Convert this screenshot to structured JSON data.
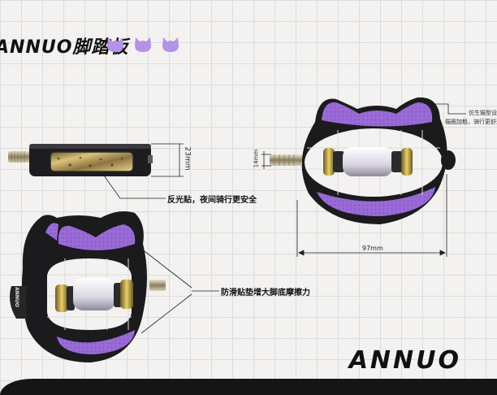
{
  "page": {
    "title": "ANNUO脚踏板",
    "logo": "ANNUO",
    "brand_color": "#111111",
    "accent_color": "#9a6bd6"
  },
  "icons": [
    "cat-head-icon",
    "cat-head-icon",
    "cat-head-icon"
  ],
  "callouts": {
    "reflective": "反光贴，夜间骑行更安全",
    "antislip": "防滑贴垫增大脚底摩擦力",
    "bionic_line1": "仿生猫型设计",
    "bionic_line2": "猫圈加粗，骑行更舒适"
  },
  "dimensions": {
    "height": "23mm",
    "shaft": "14mm",
    "width": "97mm"
  },
  "pedal_side_label": "ANNUO"
}
